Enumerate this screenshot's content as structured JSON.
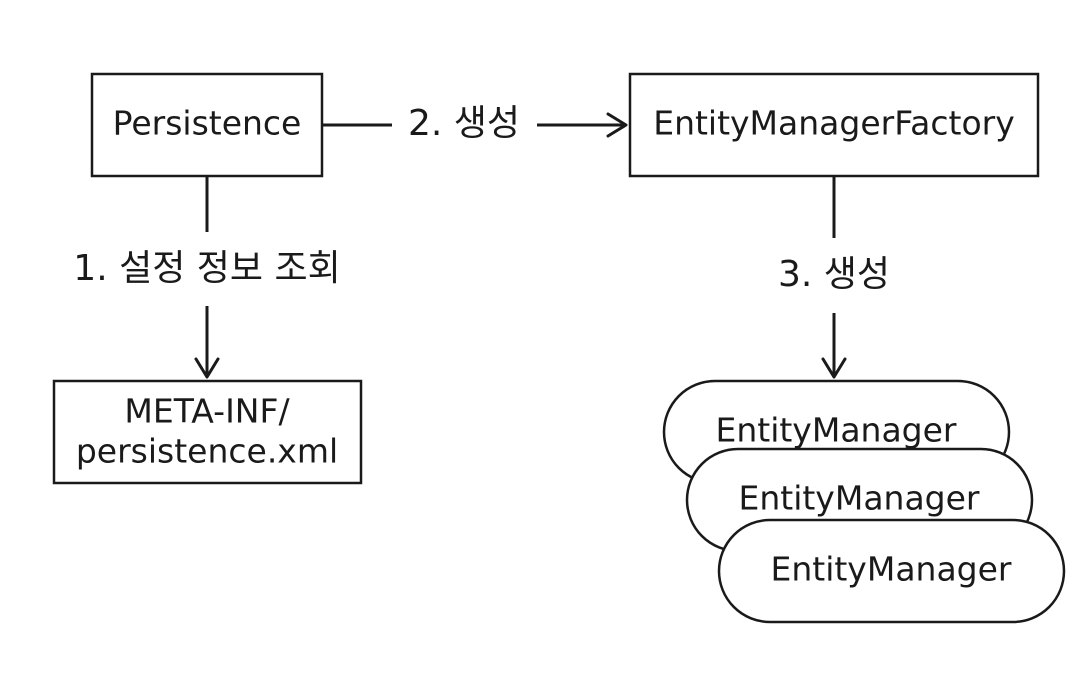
{
  "nodes": {
    "persistence": {
      "label": "Persistence"
    },
    "emf": {
      "label": "EntityManagerFactory"
    },
    "meta_inf": {
      "line1": "META-INF/",
      "line2": "persistence.xml"
    },
    "entity_managers": [
      {
        "label": "EntityManager"
      },
      {
        "label": "EntityManager"
      },
      {
        "label": "EntityManager"
      }
    ]
  },
  "edges": {
    "lookup_config": {
      "label": "1. 설정 정보 조회"
    },
    "create_emf": {
      "label": "2. 생성"
    },
    "create_em": {
      "label": "3. 생성"
    }
  }
}
